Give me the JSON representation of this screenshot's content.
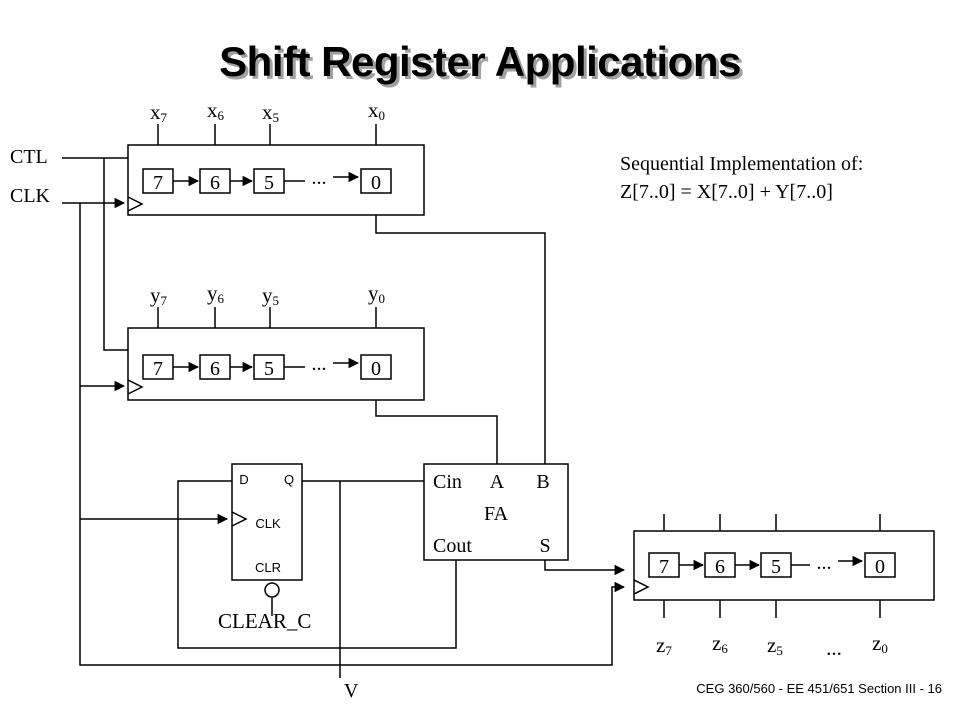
{
  "title": "Shift Register Applications",
  "footer": "CEG 360/560 - EE 451/651  Section III - 16",
  "signals": {
    "ctl": "CTL",
    "clk": "CLK",
    "clear": "CLEAR_C",
    "v": "V"
  },
  "description": {
    "line1": "Sequential Implementation of:",
    "line2": "Z[7..0] = X[7..0] + Y[7..0]"
  },
  "register_x": {
    "var": "x",
    "subs": [
      "7",
      "6",
      "5",
      "0"
    ],
    "cells": [
      "7",
      "6",
      "5",
      "0"
    ],
    "ellipsis": "..."
  },
  "register_y": {
    "var": "y",
    "subs": [
      "7",
      "6",
      "5",
      "0"
    ],
    "cells": [
      "7",
      "6",
      "5",
      "0"
    ],
    "ellipsis": "..."
  },
  "register_z": {
    "var": "z",
    "subs": [
      "7",
      "6",
      "5",
      "0"
    ],
    "cells": [
      "7",
      "6",
      "5",
      "0"
    ],
    "ellipsis": "...",
    "label_ellipsis": "..."
  },
  "flipflop": {
    "d": "D",
    "q": "Q",
    "clk": "CLK",
    "clr": "CLR"
  },
  "adder": {
    "cin": "Cin",
    "a": "A",
    "b": "B",
    "name": "FA",
    "cout": "Cout",
    "s": "S"
  }
}
